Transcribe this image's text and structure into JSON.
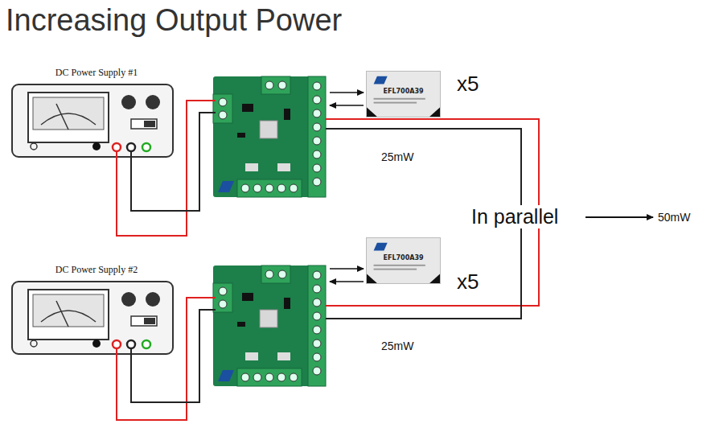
{
  "diagram": {
    "title": "Increasing Output Power",
    "nodes": [
      {
        "text": [
          "DC Power Supply #1"
        ]
      },
      {
        "text": [
          "EFL700A39"
        ]
      },
      {
        "text": [
          "DC Power Supply #2"
        ]
      },
      {
        "text": [
          "EFL700A39"
        ]
      }
    ],
    "labels": [
      "x5",
      "25mW",
      "In parallel",
      "50mW",
      "x5",
      "25mW"
    ]
  }
}
